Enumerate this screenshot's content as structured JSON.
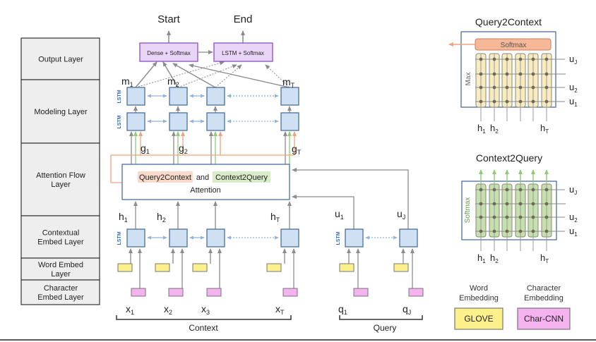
{
  "layers": [
    {
      "id": "output",
      "lines": [
        "Output Layer"
      ]
    },
    {
      "id": "modeling",
      "lines": [
        "Modeling Layer"
      ]
    },
    {
      "id": "attention",
      "lines": [
        "Attention Flow",
        "Layer"
      ]
    },
    {
      "id": "contextual",
      "lines": [
        "Contextual",
        "Embed Layer"
      ]
    },
    {
      "id": "word",
      "lines": [
        "Word Embed",
        "Layer"
      ]
    },
    {
      "id": "character",
      "lines": [
        "Character",
        "Embed Layer"
      ]
    }
  ],
  "outputs": {
    "start": "Start",
    "end": "End"
  },
  "output_boxes": {
    "dense": "Dense + Softmax",
    "lstm": "LSTM + Softmax"
  },
  "lstm_label": "LSTM",
  "modeling_vars": [
    {
      "base": "m",
      "sub": "1"
    },
    {
      "base": "m",
      "sub": "2"
    },
    {
      "base": "m",
      "sub": "T"
    }
  ],
  "attention_vars": [
    {
      "base": "g",
      "sub": "1"
    },
    {
      "base": "g",
      "sub": "2"
    },
    {
      "base": "g",
      "sub": "T"
    }
  ],
  "attention_box": {
    "q2c": "Query2Context",
    "and": " and ",
    "c2q": "Context2Query",
    "line2": "Attention"
  },
  "context_hidden": [
    {
      "base": "h",
      "sub": "1"
    },
    {
      "base": "h",
      "sub": "2"
    },
    {
      "base": "h",
      "sub": "T"
    }
  ],
  "query_hidden": [
    {
      "base": "u",
      "sub": "1"
    },
    {
      "base": "u",
      "sub": "J"
    }
  ],
  "context_inputs": [
    {
      "base": "x",
      "sub": "1"
    },
    {
      "base": "x",
      "sub": "2"
    },
    {
      "base": "x",
      "sub": "3"
    },
    {
      "base": "x",
      "sub": "T"
    }
  ],
  "query_inputs": [
    {
      "base": "q",
      "sub": "1"
    },
    {
      "base": "q",
      "sub": "J"
    }
  ],
  "brace_labels": {
    "context": "Context",
    "query": "Query"
  },
  "q2c_panel": {
    "title": "Query2Context",
    "softmax": "Softmax",
    "side": "Max",
    "rows": [
      {
        "base": "u",
        "sub": "J"
      },
      {
        "base": "",
        "sub": ""
      },
      {
        "base": "u",
        "sub": "2"
      },
      {
        "base": "u",
        "sub": "1"
      }
    ],
    "cols": [
      {
        "base": "h",
        "sub": "1"
      },
      {
        "base": "h",
        "sub": "2"
      },
      {
        "base": "h",
        "sub": "T"
      }
    ]
  },
  "c2q_panel": {
    "title": "Context2Query",
    "side": "Softmax",
    "rows": [
      {
        "base": "u",
        "sub": "J"
      },
      {
        "base": "",
        "sub": ""
      },
      {
        "base": "u",
        "sub": "2"
      },
      {
        "base": "u",
        "sub": "1"
      }
    ],
    "cols": [
      {
        "base": "h",
        "sub": "1"
      },
      {
        "base": "h",
        "sub": "2"
      },
      {
        "base": "h",
        "sub": "T"
      }
    ]
  },
  "legend": [
    {
      "caption": [
        "Word",
        "Embedding"
      ],
      "label": "GLOVE",
      "color": "#fbf08a"
    },
    {
      "caption": [
        "Character",
        "Embedding"
      ],
      "label": "Char-CNN",
      "color": "#f4b2ee"
    }
  ],
  "colors": {
    "lstm_fill": "#cfe0f3",
    "lstm_stroke": "#4a6f9b",
    "output_fill": "#e9d5f7",
    "output_stroke": "#8a4fc4",
    "arrow_gray": "#8c8c8c",
    "arrow_blue": "#8fb3da",
    "q2c": "#f0a27e",
    "c2q": "#8fcb76",
    "q2c_bg": "#f9d9c9",
    "c2q_bg": "#d8ecc9",
    "layer_bg": "#eeeeee"
  }
}
